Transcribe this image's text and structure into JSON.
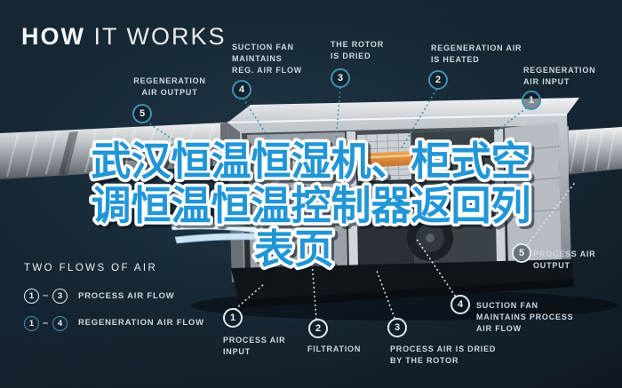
{
  "title": {
    "word_bold": "HOW",
    "word_light": " IT WORKS"
  },
  "colors": {
    "background": "#142431",
    "accent_teal": "#3e92b4",
    "process_white": "#e2eaf0",
    "overlay_blue": "#2196d6",
    "overlay_outline": "#ffffff",
    "heater_orange": "#e0913f",
    "label_text": "#ccd8e0"
  },
  "overlay_text": {
    "line1": "武汉恒温恒湿机、柜式空",
    "line2": "调恒温恒温控制器返回列",
    "line3": "表页",
    "full": "武汉恒温恒湿机、柜式空调恒温恒温控制器返回列表页"
  },
  "regeneration_callouts": [
    {
      "num": "5",
      "line1": "REGENERATION",
      "line2": "AIR OUTPUT"
    },
    {
      "num": "4",
      "line1": "SUCTION FAN",
      "line2": "MAINTAINS",
      "line3": "REG. AIR FLOW"
    },
    {
      "num": "3",
      "line1": "THE ROTOR",
      "line2": "IS DRIED"
    },
    {
      "num": "2",
      "line1": "REGENERATION AIR",
      "line2": "IS HEATED"
    },
    {
      "num": "1",
      "line1": "REGENERATION",
      "line2": "AIR INPUT"
    }
  ],
  "process_callouts": [
    {
      "num": "1",
      "line1": "PROCESS AIR",
      "line2": "INPUT"
    },
    {
      "num": "2",
      "line1": "FILTRATION"
    },
    {
      "num": "3",
      "line1": "PROCESS AIR IS DRIED",
      "line2": "BY THE ROTOR"
    },
    {
      "num": "4",
      "line1": "SUCTION FAN",
      "line2": "MAINTAINS PROCESS",
      "line3": "AIR FLOW"
    },
    {
      "num": "5",
      "line1": "PROCESS AIR",
      "line2": "OUTPUT"
    }
  ],
  "legend": {
    "title": "TWO FLOWS OF AIR",
    "separator": "–",
    "rows": [
      {
        "from": "1",
        "to": "3",
        "label": "PROCESS AIR FLOW"
      },
      {
        "from": "1",
        "to": "4",
        "label": "REGENERATION AIR FLOW"
      }
    ]
  }
}
